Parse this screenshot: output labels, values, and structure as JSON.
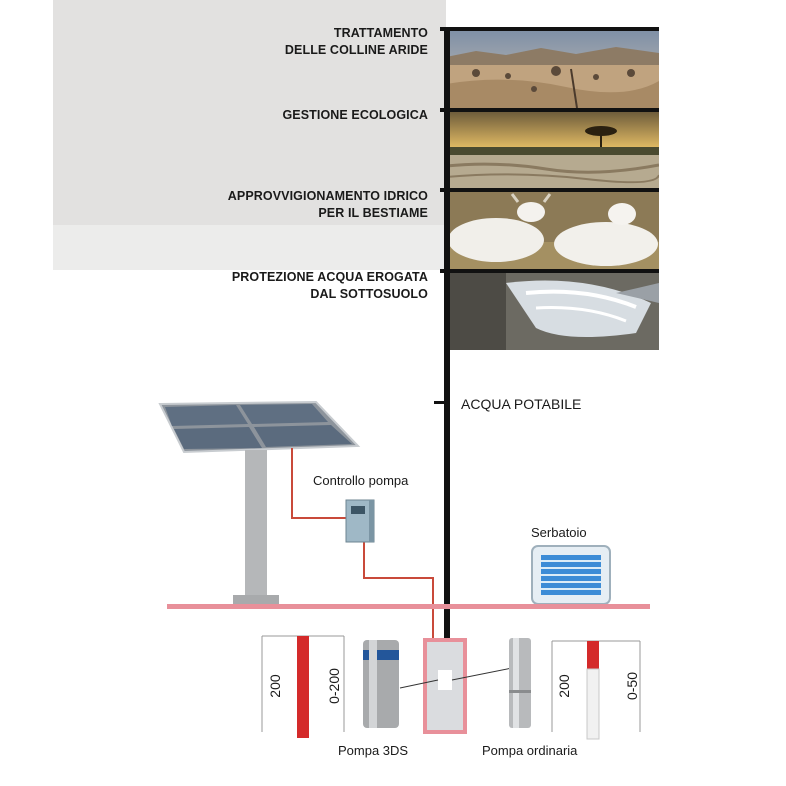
{
  "categories": [
    {
      "line1": "TRATTAMENTO",
      "line2": "DELLE COLLINE ARIDE",
      "photo": "arid-hills-photo"
    },
    {
      "line1": "GESTIONE ECOLOGICA",
      "line2": "",
      "photo": "savanna-sunset-photo"
    },
    {
      "line1": "APPROVVIGIONAMENTO IDRICO",
      "line2": "PER IL BESTIAME",
      "photo": "cattle-photo"
    },
    {
      "line1": "PROTEZIONE ACQUA EROGATA",
      "line2": "DAL SOTTOSUOLO",
      "photo": "water-splash-photo"
    }
  ],
  "system": {
    "drinking_water": "ACQUA POTABILE",
    "pump_control": "Controllo pompa",
    "tank": "Serbatoio",
    "pump_3ds": "Pompa 3DS",
    "pump_ordinary": "Pompa ordinaria",
    "depth_3ds_well": "200",
    "range_3ds": "0-200",
    "depth_ordinary_well": "200",
    "range_ordinary": "0-50"
  },
  "colors": {
    "panel": "#e2e1e0",
    "pipe": "#111111",
    "ground": "#e8909a",
    "well": "#d42a2a",
    "wire": "#c94a3a"
  }
}
